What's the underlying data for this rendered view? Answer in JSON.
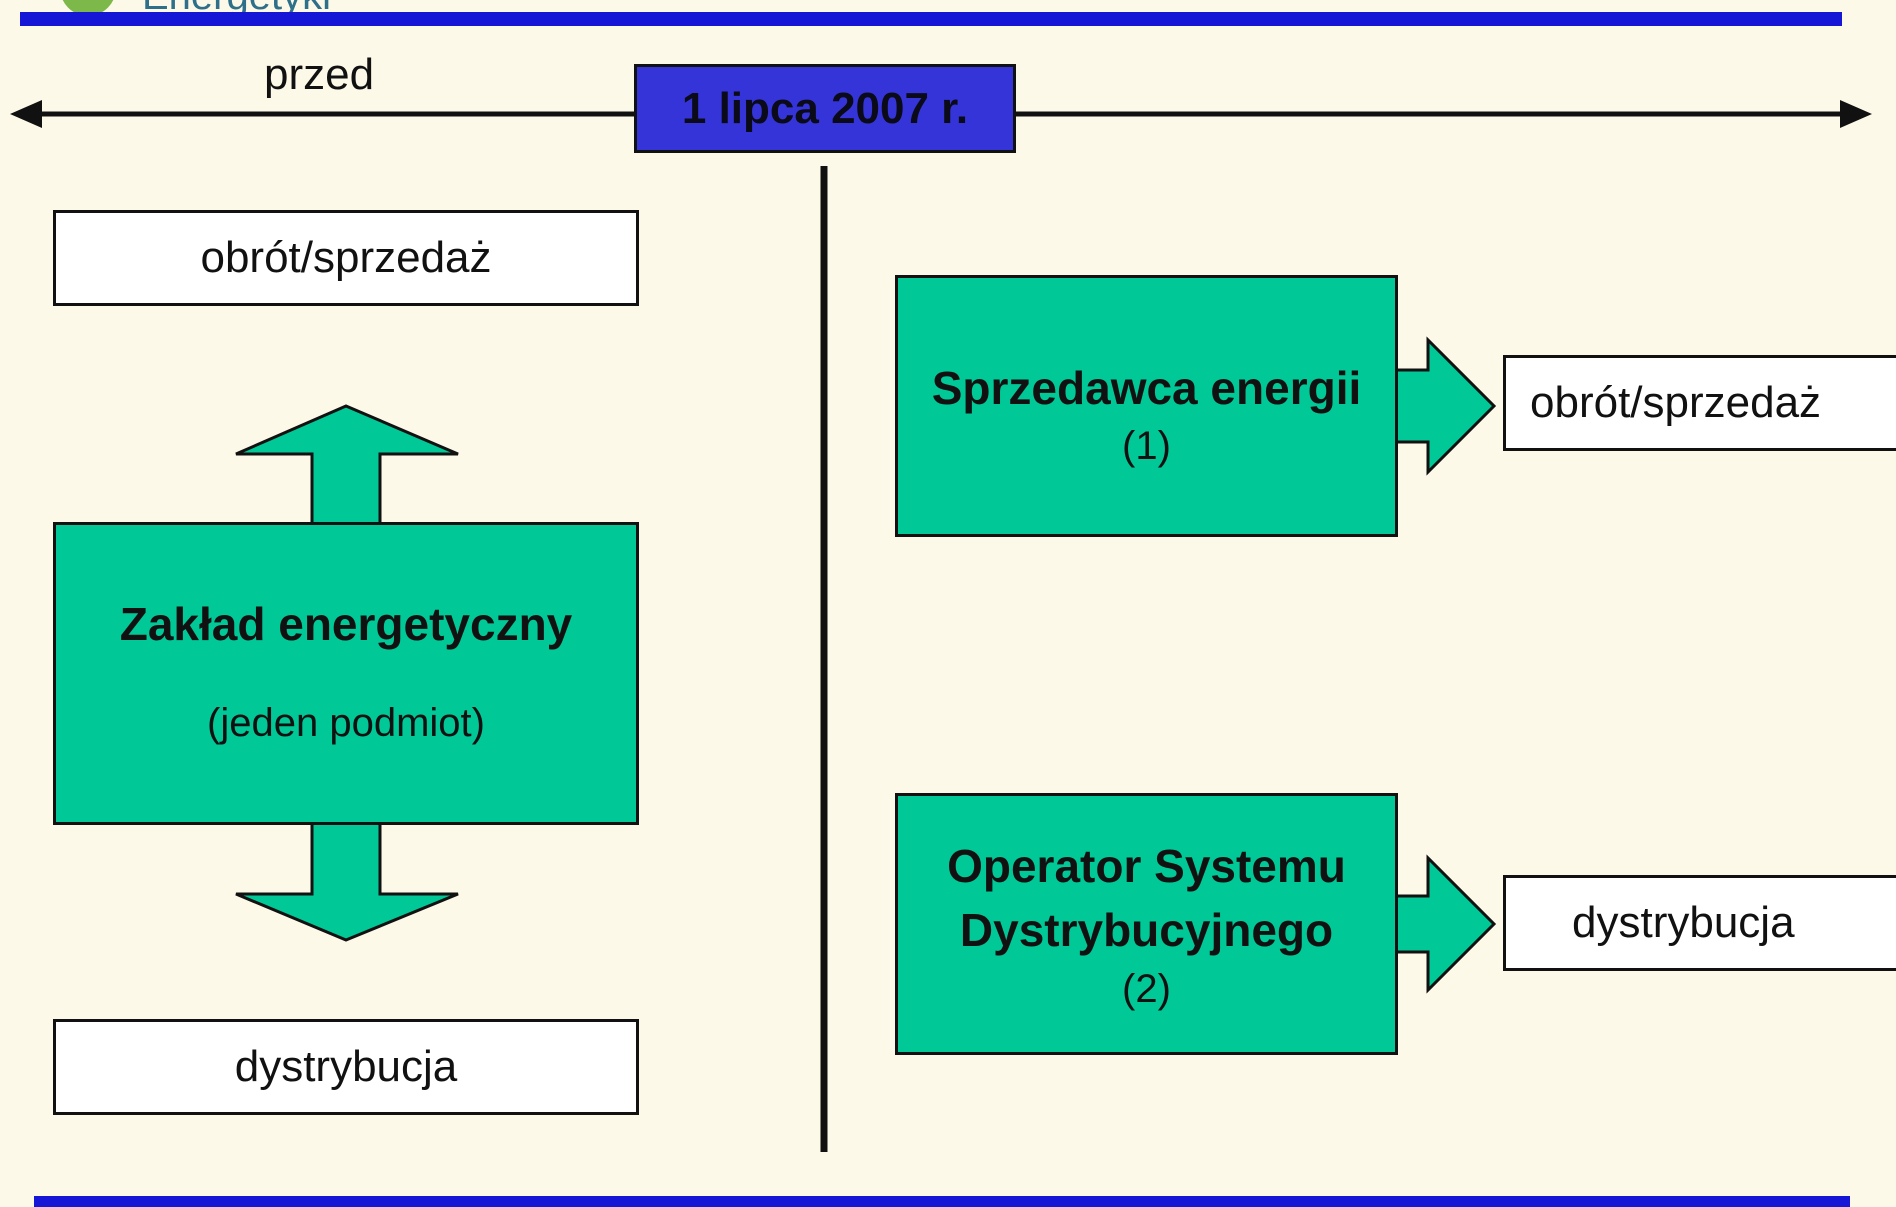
{
  "header": {
    "title_fragment": "Energetyki"
  },
  "timeline": {
    "before_label": "przed",
    "date_label": "1 lipca 2007 r."
  },
  "left": {
    "top_box": "obrót/sprzedaż",
    "main_box": {
      "title": "Zakład energetyczny",
      "subtitle": "(jeden podmiot)"
    },
    "bottom_box": "dystrybucja"
  },
  "right": {
    "seller": {
      "title": "Sprzedawca energii",
      "number": "(1)",
      "target": "obrót/sprzedaż"
    },
    "dso": {
      "title_line1": "Operator Systemu",
      "title_line2": "Dystrybucyjnego",
      "number": "(2)",
      "target": "dystrybucja"
    }
  },
  "colors": {
    "green": "#00c896",
    "blue_bar": "#1616d6",
    "date_box": "#3434d8",
    "background": "#fdf9e8"
  }
}
